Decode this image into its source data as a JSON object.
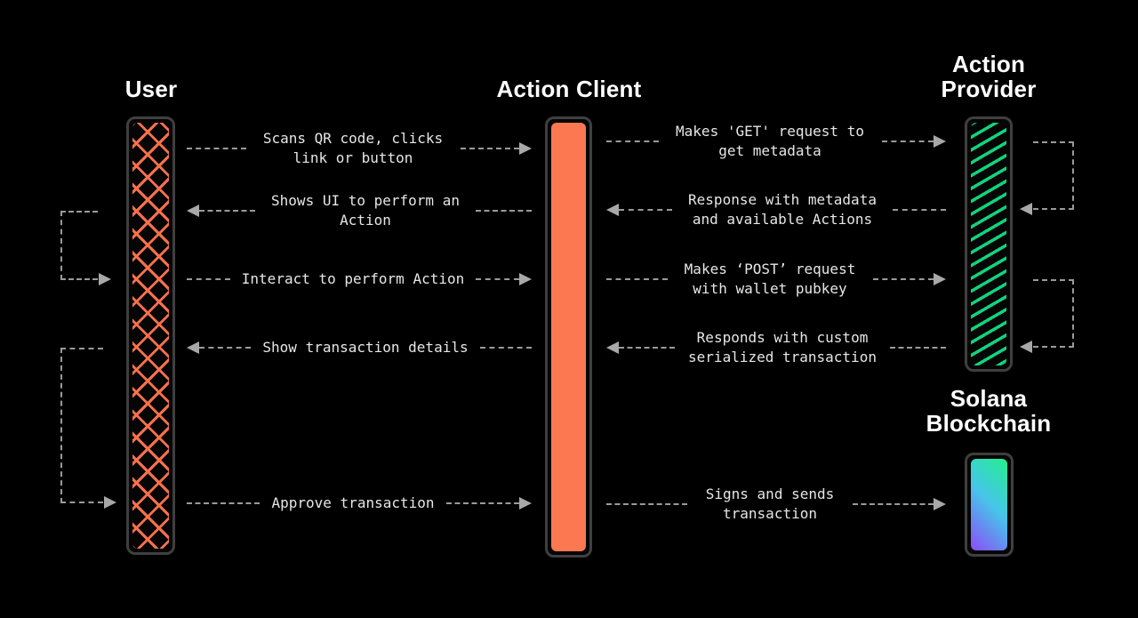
{
  "actors": [
    {
      "name": "User",
      "display": "User",
      "bar_style": "orange-crosshatch"
    },
    {
      "name": "Action Client",
      "display": "Action Client",
      "bar_style": "solid-orange"
    },
    {
      "name": "Action Provider",
      "display": "Action\nProvider",
      "bar_style": "green-diagonal-hatch"
    },
    {
      "name": "Solana Blockchain",
      "display": "Solana\nBlockchain",
      "bar_style": "green-purple-gradient"
    }
  ],
  "messages": [
    {
      "from": "User",
      "to": "Action Client",
      "direction": "right",
      "text": "Scans QR code, clicks link or button"
    },
    {
      "from": "Action Client",
      "to": "Action Provider",
      "direction": "right",
      "text": "Makes 'GET' request to get metadata"
    },
    {
      "from": "Action Client",
      "to": "User",
      "direction": "left",
      "text": "Shows UI to perform an Action"
    },
    {
      "from": "Action Provider",
      "to": "Action Client",
      "direction": "left",
      "text": "Response with metadata and available Actions"
    },
    {
      "from": "User",
      "to": "Action Client",
      "direction": "right",
      "text": "Interact to perform Action"
    },
    {
      "from": "Action Client",
      "to": "Action Provider",
      "direction": "right",
      "text": "Makes ‘POST’ request with wallet pubkey"
    },
    {
      "from": "Action Client",
      "to": "User",
      "direction": "left",
      "text": "Show transaction details"
    },
    {
      "from": "Action Provider",
      "to": "Action Client",
      "direction": "left",
      "text": "Responds with custom serialized transaction"
    },
    {
      "from": "User",
      "to": "Action Client",
      "direction": "right",
      "text": "Approve transaction"
    },
    {
      "from": "Action Client",
      "to": "Solana Blockchain",
      "direction": "right",
      "text": "Signs and sends transaction"
    }
  ],
  "self_loops": [
    {
      "actor": "User",
      "side": "left",
      "from_message": 2,
      "to_message": 4
    },
    {
      "actor": "User",
      "side": "left",
      "from_message": 6,
      "to_message": 8
    },
    {
      "actor": "Action Provider",
      "side": "right",
      "from_message": 1,
      "to_message": 3
    },
    {
      "actor": "Action Provider",
      "side": "right",
      "from_message": 5,
      "to_message": 7
    }
  ],
  "colors": {
    "background": "#000000",
    "title_text": "#ffffff",
    "label_text": "#e6e6e6",
    "dash_gray": "#9a9a9a",
    "arrowhead_gray": "#a8a8a8",
    "bar_border_gray": "#3f3f3f",
    "orange_fill": "#fb7850",
    "orange_hatch": "#f8704c",
    "green_hatch": "#10d47e",
    "gradient_green": "#22f08d",
    "gradient_cyan": "#47c5ea",
    "gradient_purple": "#8b4cf6"
  }
}
